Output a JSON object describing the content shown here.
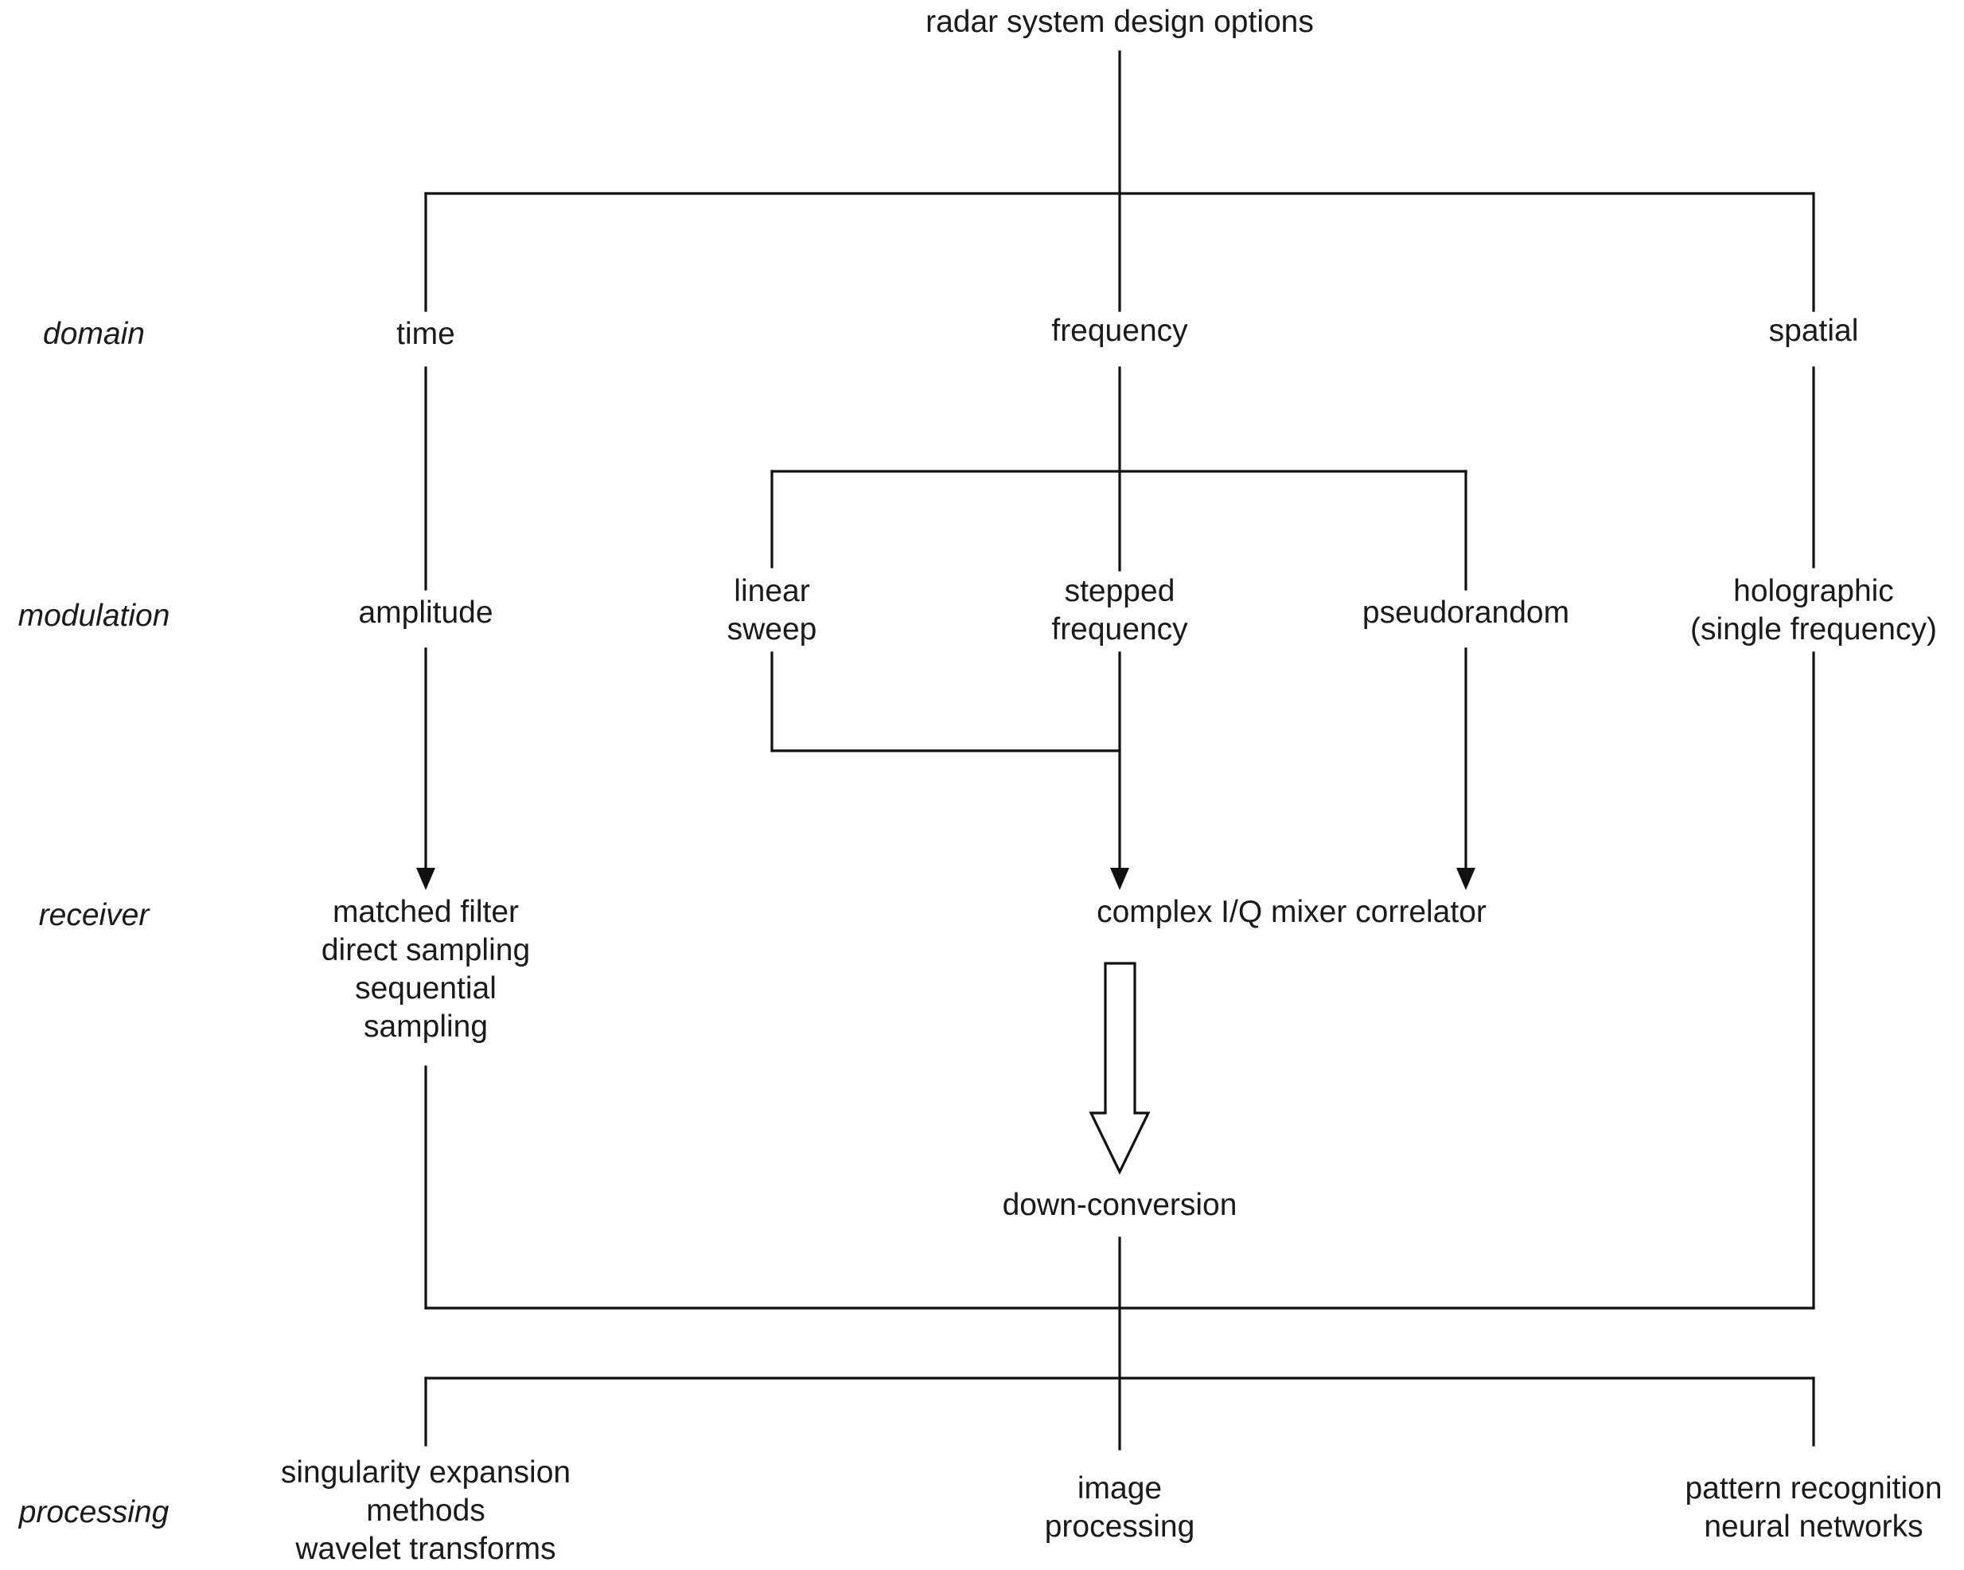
{
  "title": "radar system design options",
  "rows": {
    "domain": "domain",
    "modulation": "modulation",
    "receiver": "receiver",
    "processing": "processing"
  },
  "domain": {
    "time": "time",
    "frequency": "frequency",
    "spatial": "spatial"
  },
  "modulation": {
    "amplitude": "amplitude",
    "linear_sweep": [
      "linear",
      "sweep"
    ],
    "stepped_frequency": [
      "stepped",
      "frequency"
    ],
    "pseudorandom": "pseudorandom",
    "holographic": [
      "holographic",
      "(single frequency)"
    ]
  },
  "receiver": {
    "time_receiver": [
      "matched filter",
      "direct sampling",
      "sequential",
      "sampling"
    ],
    "correlator": "complex I/Q mixer correlator"
  },
  "down_conversion": "down-conversion",
  "processing": {
    "singularity": [
      "singularity expansion",
      "methods",
      "wavelet transforms"
    ],
    "image": [
      "image",
      "processing"
    ],
    "pattern": [
      "pattern recognition",
      "neural networks"
    ]
  }
}
